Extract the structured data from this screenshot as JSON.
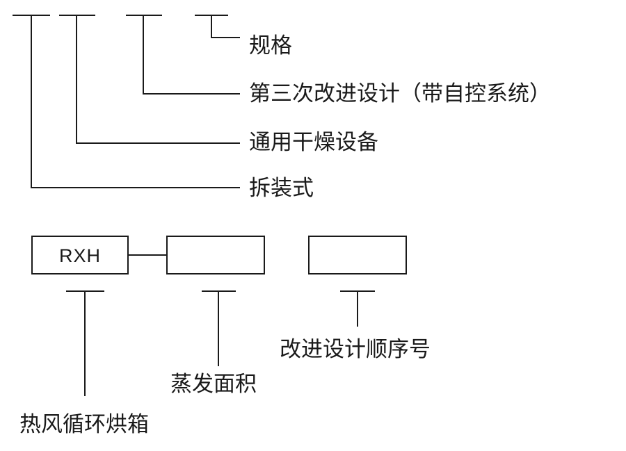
{
  "top_legend": {
    "labels": [
      "规格",
      "第三次改进设计（带自控系统）",
      "通用干燥设备",
      "拆装式"
    ]
  },
  "model_code": {
    "prefix": "RXH",
    "labels": [
      "热风循环烘箱",
      "蒸发面积",
      "改进设计顺序号"
    ]
  }
}
